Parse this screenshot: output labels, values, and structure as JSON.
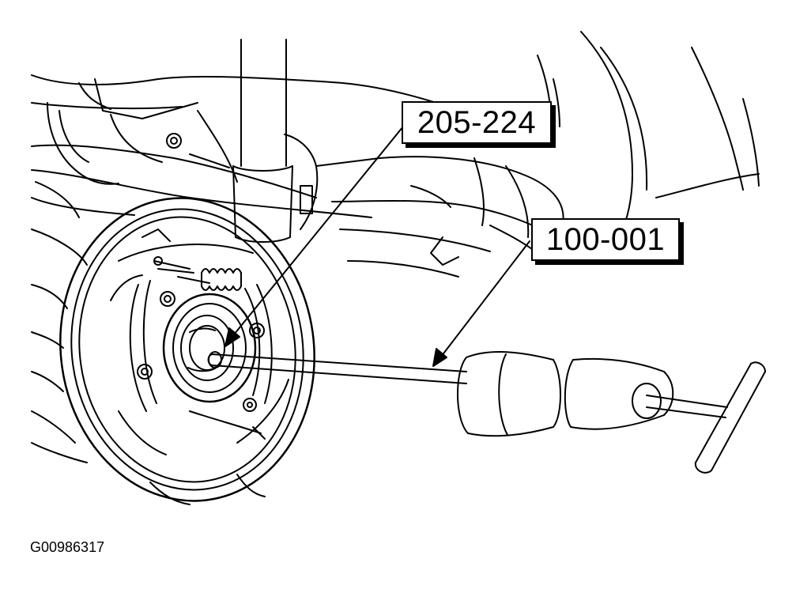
{
  "callouts": {
    "tool_1": "205-224",
    "tool_2": "100-001"
  },
  "figure_id": "G00986317",
  "colors": {
    "line": "#000000",
    "background": "#ffffff"
  }
}
